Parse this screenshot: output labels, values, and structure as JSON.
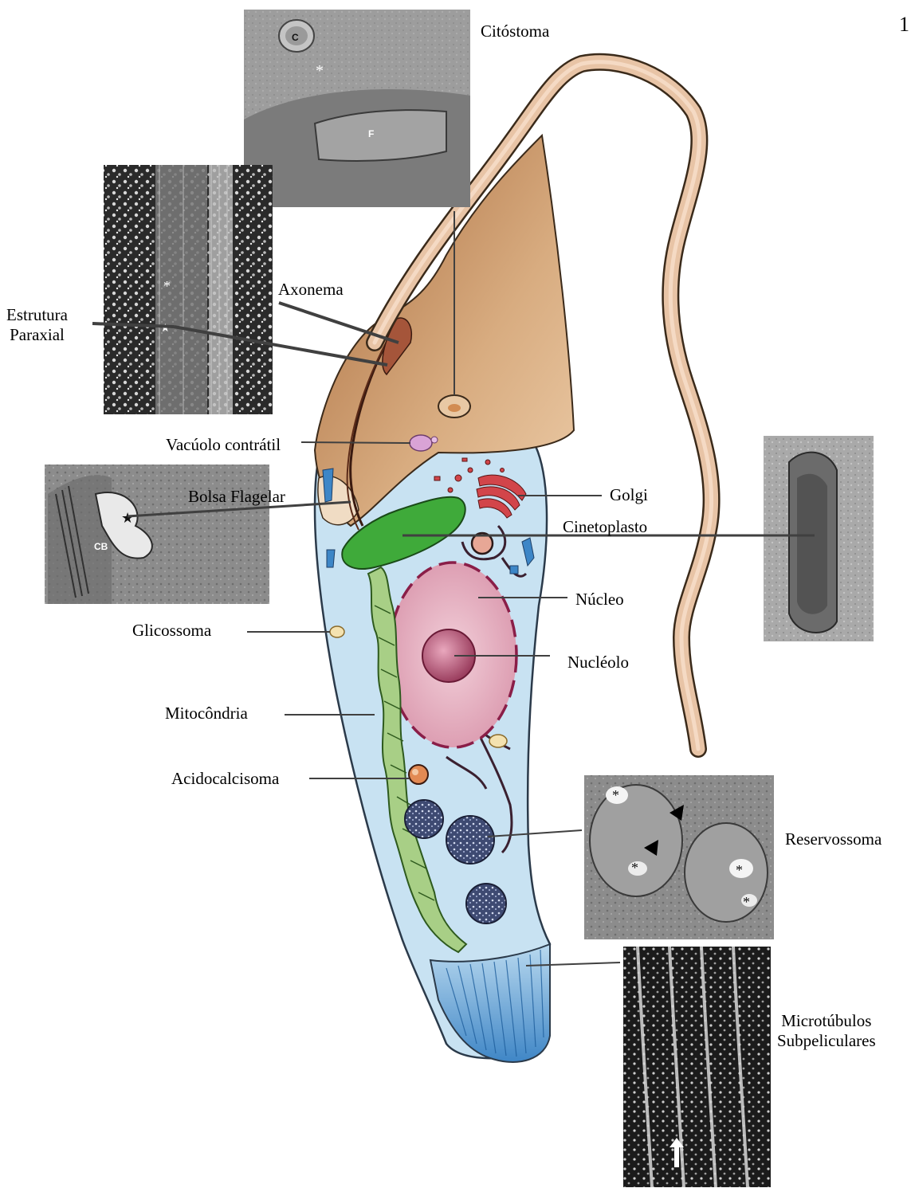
{
  "page_number": "1",
  "labels": {
    "citostoma": "Citóstoma",
    "axonema": "Axonema",
    "estrutura_paraxial": "Estrutura\nParaxial",
    "vacuolo_contratil": "Vacúolo contrátil",
    "bolsa_flagelar": "Bolsa Flagelar",
    "golgi": "Golgi",
    "cinetoplasto": "Cinetoplasto",
    "nucleo": "Núcleo",
    "nucleolo": "Nucléolo",
    "glicossoma": "Glicossoma",
    "mitocondria": "Mitocôndria",
    "acidocalcisoma": "Acidocalcisoma",
    "reservossoma": "Reservossoma",
    "microtubulos": "Microtúbulos\nSubpeliculares"
  },
  "micrograph_marks": {
    "cytostome_c": "C",
    "cytostome_f": "F",
    "pocket_cb": "CB"
  },
  "colors": {
    "cytoplasm": "#c8e2f2",
    "flagellum": "#e8c4a6",
    "nucleus": "#e7b3c4",
    "nucleolus": "#b0506e",
    "kinetoplast": "#3faa3a",
    "mitochondrion": "#9cc47a",
    "golgi": "#d2454a",
    "micrograph": "#7a7a7a"
  }
}
